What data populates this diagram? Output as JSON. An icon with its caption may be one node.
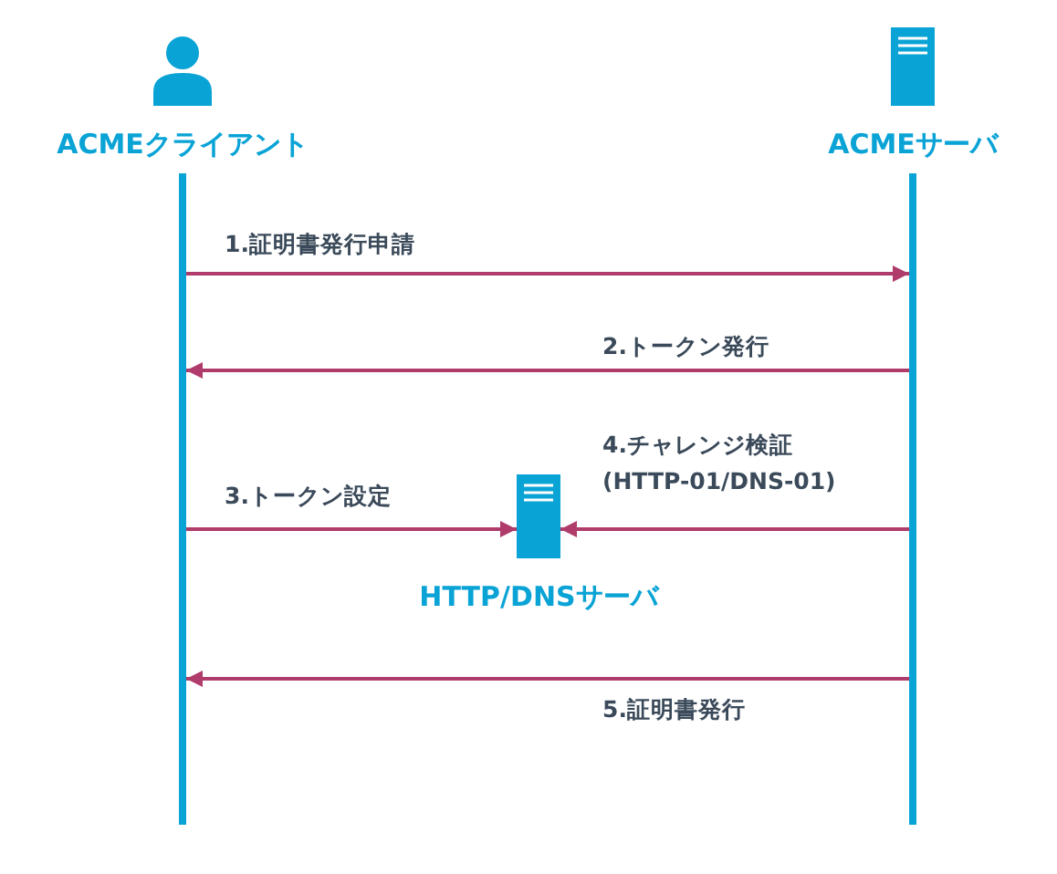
{
  "diagram": {
    "nodes": [
      {
        "text": [],
        "shape": "person",
        "beside": [
          "ACMEクライアント"
        ]
      },
      {
        "text": [],
        "shape": "server",
        "beside": [
          "ACMEサーバ"
        ]
      },
      {
        "text": [],
        "shape": "bar"
      },
      {
        "text": [],
        "shape": "bar"
      },
      {
        "text": [],
        "shape": "server",
        "beside": [
          "HTTP/DNSサーバ"
        ]
      }
    ],
    "edges": [
      {
        "from": 2,
        "to": 3,
        "arrow": "to",
        "label": "1.証明書発行申請"
      },
      {
        "from": 3,
        "to": 2,
        "arrow": "to",
        "label": "2.トークン発行"
      },
      {
        "from": 2,
        "to": 4,
        "arrow": "to",
        "label": "3.トークン設定"
      },
      {
        "from": 3,
        "to": 4,
        "arrow": "to",
        "label": "4.チャレンジ検証 (HTTP-01/DNS-01)"
      },
      {
        "from": 3,
        "to": 2,
        "arrow": "to",
        "label": "5.証明書発行"
      }
    ]
  }
}
